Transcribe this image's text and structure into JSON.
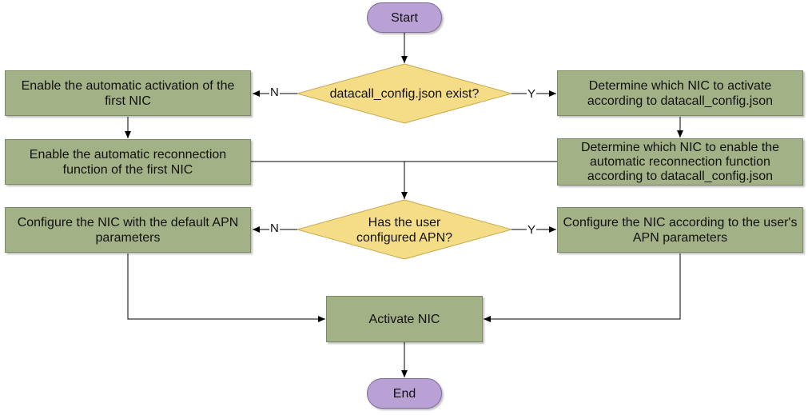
{
  "colors": {
    "process_fill": "#a3b186",
    "decision_fill": "#f5dc87",
    "terminal_fill": "#b9a1d6",
    "line": "#000000"
  },
  "nodes": {
    "start": "Start",
    "decision_config": "datacall_config.json exist?",
    "left_activation": "Enable the automatic activation of the first NIC",
    "left_reconnection": "Enable the automatic reconnection function of the first NIC",
    "right_activate": "Determine which NIC to activate according to datacall_config.json",
    "right_reconnection": "Determine which NIC to enable the automatic reconnection function according to datacall_config.json",
    "decision_apn": "Has the user configured APN?",
    "left_default_apn": "Configure the NIC with the default APN parameters",
    "right_user_apn": "Configure the NIC according to the user's APN parameters",
    "activate": "Activate NIC",
    "end": "End"
  },
  "edge_labels": {
    "no": "N",
    "yes": "Y"
  }
}
